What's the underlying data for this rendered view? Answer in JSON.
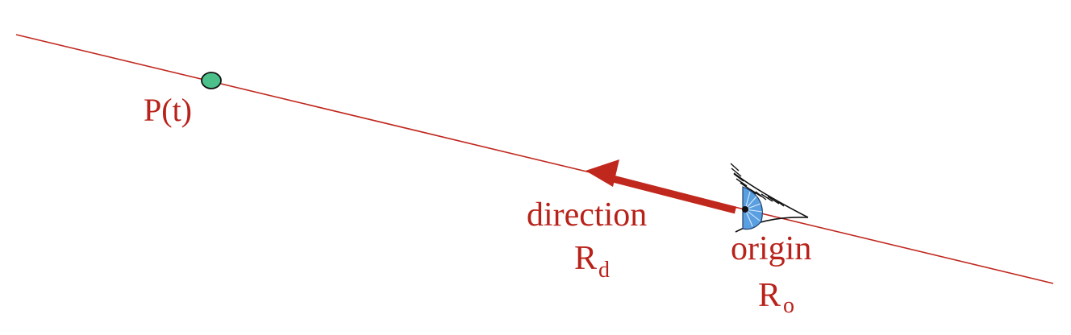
{
  "labels": {
    "point": "P(t)",
    "direction_word": "direction",
    "direction_symbol": "R",
    "direction_subscript": "d",
    "origin_word": "origin",
    "origin_symbol": "R",
    "origin_subscript": "o"
  },
  "colors": {
    "ray": "#c0281e",
    "text": "#b8221a",
    "point_fill": "#4cc08a",
    "eye_iris": "#5a9fe0"
  },
  "icons": [
    "eye-icon"
  ]
}
